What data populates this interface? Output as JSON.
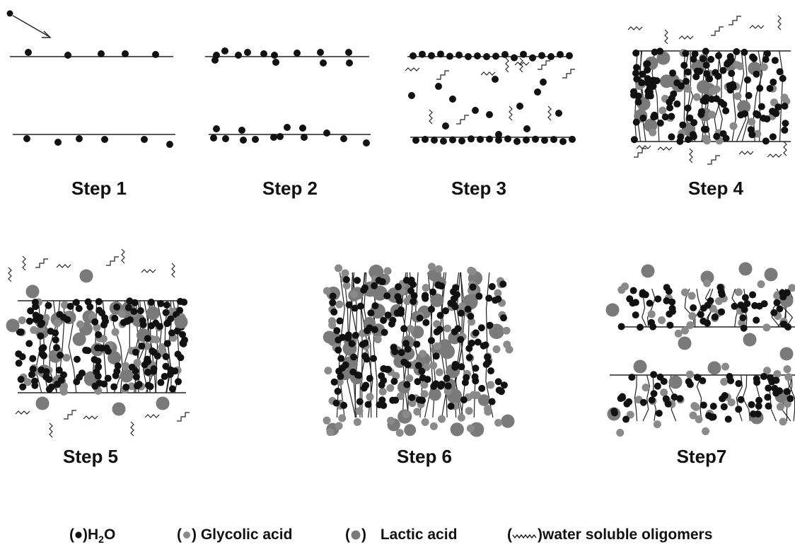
{
  "steps": [
    {
      "label": "Step 1"
    },
    {
      "label": "Step 2"
    },
    {
      "label": "Step 3"
    },
    {
      "label": "Step 4"
    },
    {
      "label": "Step 5"
    },
    {
      "label": "Step 6"
    },
    {
      "label": "Step7"
    }
  ],
  "legend": {
    "water": {
      "symbol": "H",
      "subscript": "2",
      "suffix": "O",
      "icon": "water-molecule-icon",
      "color": "#111111"
    },
    "glycolic": {
      "label": "Glycolic acid",
      "icon": "glycolic-acid-icon",
      "color": "#8a8a8a"
    },
    "lactic": {
      "label": "Lactic acid",
      "icon": "lactic-acid-icon",
      "color": "#7a7a7a"
    },
    "oligomers": {
      "label": "water soluble oligomers",
      "icon": "oligomer-zigzag-icon"
    }
  },
  "colors": {
    "water": "#111111",
    "glycolic": "#8a8a8a",
    "lactic": "#7a7a7a",
    "line": "#222222"
  }
}
